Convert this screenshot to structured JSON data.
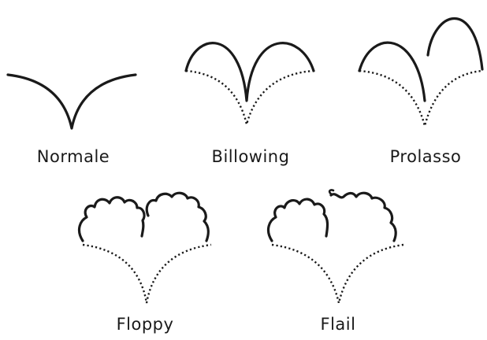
{
  "labels": {
    "normale": "Normale",
    "billowing": "Billowing",
    "prolasso": "Prolasso",
    "floppy": "Floppy",
    "flail": "Flail"
  },
  "colors": {
    "stroke": "#1a1a1a",
    "background": "#ffffff"
  }
}
